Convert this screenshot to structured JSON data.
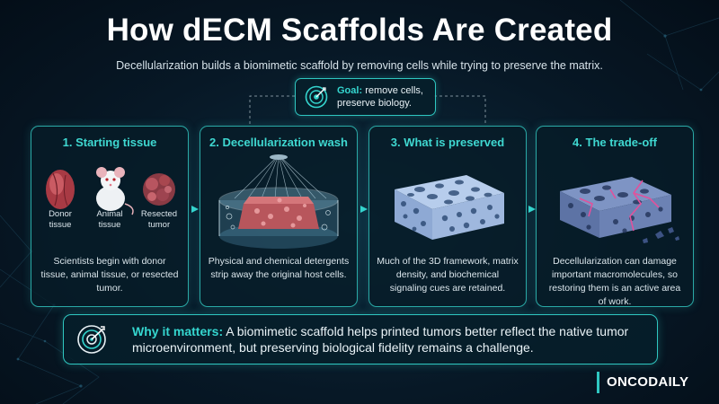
{
  "title": "How dECM Scaffolds Are Created",
  "subtitle": "Decellularization builds a biomimetic scaffold by removing cells while trying to preserve the matrix.",
  "goal": {
    "label": "Goal:",
    "line1": "remove cells,",
    "line2": "preserve biology.",
    "icon": "target-icon"
  },
  "steps": [
    {
      "title": "1. Starting tissue",
      "description": "Scientists begin with donor tissue, animal tissue, or resected tumor.",
      "items": [
        {
          "label": "Donor tissue",
          "icon": "donor-tissue-icon"
        },
        {
          "label": "Animal tissue",
          "icon": "mouse-icon"
        },
        {
          "label": "Resected tumor",
          "icon": "tumor-icon"
        }
      ]
    },
    {
      "title": "2. Decellularization wash",
      "description": "Physical and chemical detergents strip away the original host cells.",
      "icon": "petri-dish-wash-icon"
    },
    {
      "title": "3. What is preserved",
      "description": "Much of the 3D framework, matrix density, and biochemical signaling cues are retained.",
      "icon": "scaffold-matrix-icon"
    },
    {
      "title": "4. The trade-off",
      "description": "Decellularization can damage important macromolecules, so restoring them is an active area of work.",
      "icon": "damaged-scaffold-icon"
    }
  ],
  "why": {
    "label": "Why it matters:",
    "text": "A biomimetic scaffold helps printed tumors better reflect the native tumor microenvironment, but preserving biological fidelity remains a challenge.",
    "icon": "target-icon"
  },
  "brand": "ONCODAILY",
  "colors": {
    "accent": "#2fc7c1",
    "heading_accent": "#35d6cf",
    "background": "#071826",
    "tissue_red": "#b8434a",
    "scaffold_blue": "#a9c4e8",
    "damage_pink": "#e0529c"
  }
}
